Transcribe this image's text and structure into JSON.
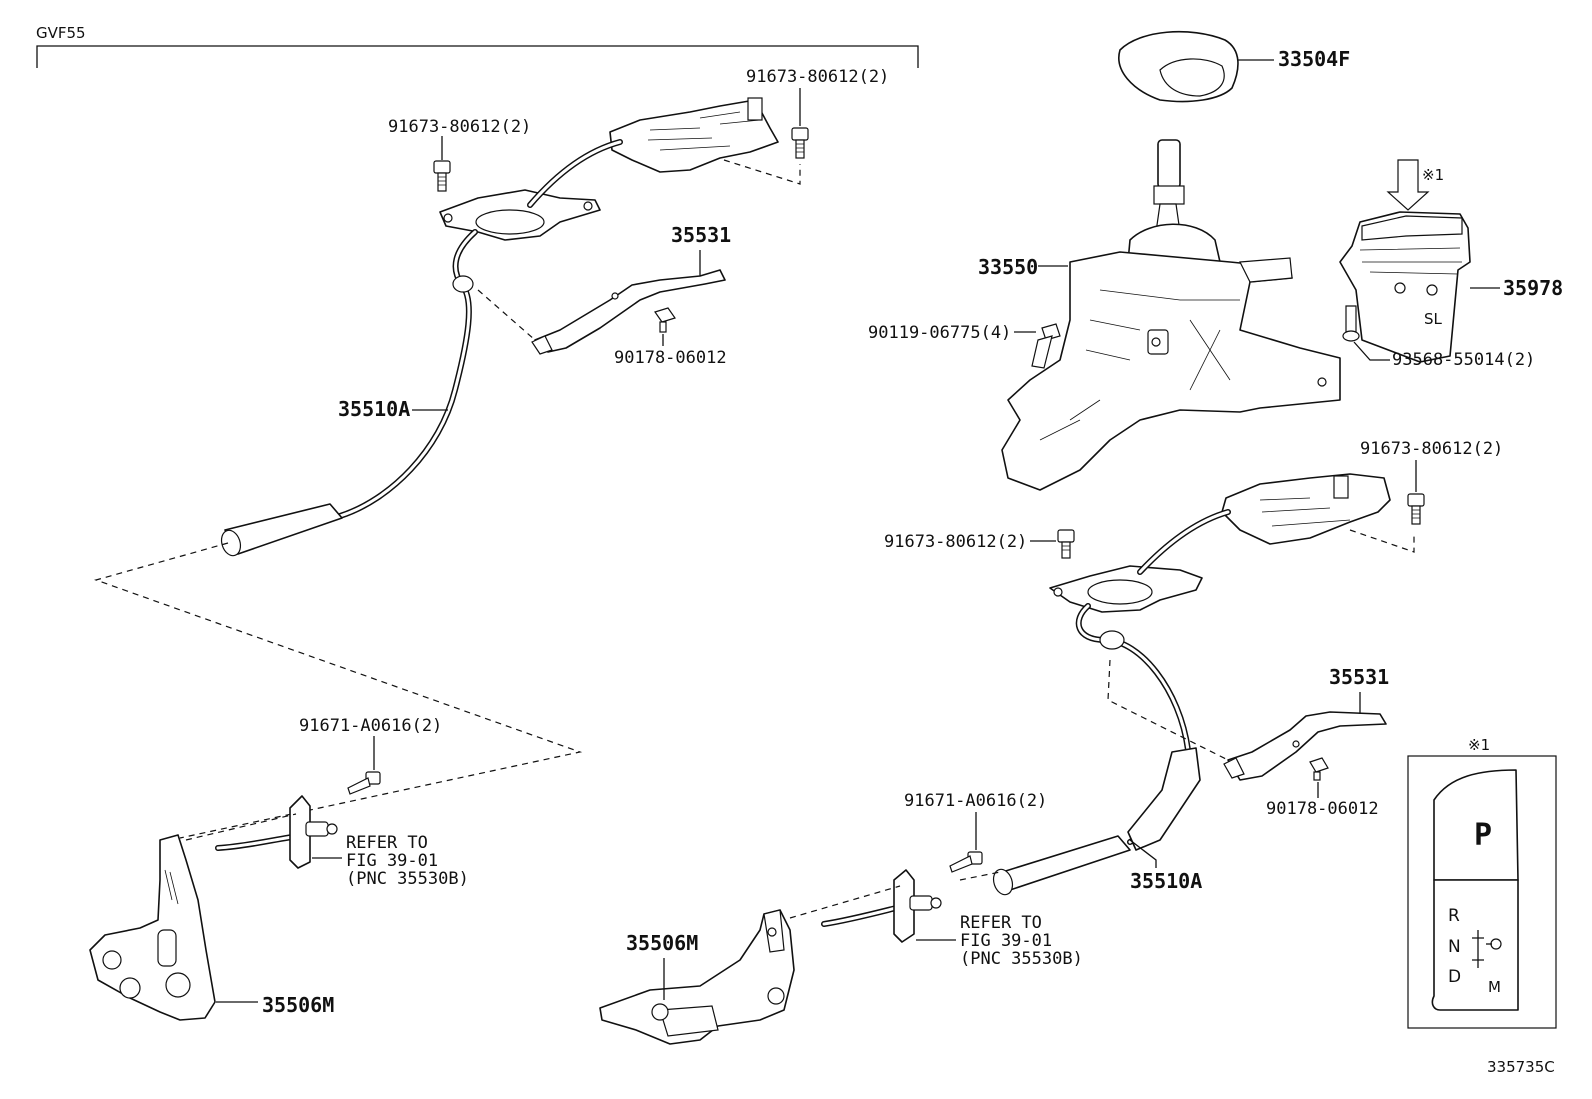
{
  "diagram": {
    "model_code": "GVF55",
    "figure_id": "335735C",
    "note_mark": "※1",
    "labels": {
      "knob": "33504F",
      "lever_assy": "33550",
      "switch": "35978",
      "bolt_lever": "90119-06775(4)",
      "screw_switch": "93568-55014(2)",
      "bolt_top_a": "91673-80612(2)",
      "bolt_top_b": "91673-80612(2)",
      "bracket_top": "35531",
      "nut_top": "90178-06012",
      "cable_left": "35510A",
      "bolt_right_a": "91673-80612(2)",
      "bolt_right_b": "91673-80612(2)",
      "bracket_right": "35531",
      "nut_right": "90178-06012",
      "cable_right": "35510A",
      "bolt_cable_left": "91671-A0616(2)",
      "bolt_cable_right": "91671-A0616(2)",
      "bracket_left": "35506M",
      "bracket_mid": "35506M",
      "refer_left": [
        "REFER TO",
        "FIG 39-01",
        "(PNC 35530B)"
      ],
      "refer_right": [
        "REFER TO",
        "FIG 39-01",
        "(PNC 35530B)"
      ]
    },
    "shift_pattern": {
      "park": "P",
      "reverse": "R",
      "neutral": "N",
      "drive": "D",
      "manual": "M"
    }
  }
}
